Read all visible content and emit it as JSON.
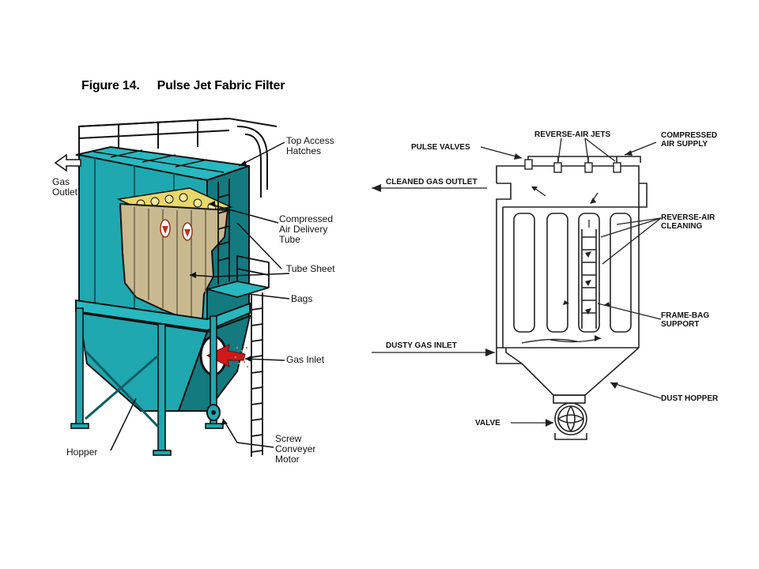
{
  "figure": {
    "number": "Figure 14.",
    "title": "Pulse Jet Fabric Filter"
  },
  "left_diagram": {
    "labels": {
      "top_access_hatches": "Top Access\nHatches",
      "gas_outlet": "Gas\nOutlet",
      "compressed_air_tube": "Compressed\nAir Delivery\nTube",
      "tube_sheet": "Tube Sheet",
      "bags": "Bags",
      "gas_inlet": "Gas Inlet",
      "hopper": "Hopper",
      "screw_conveyer_motor": "Screw\nConveyer\nMotor"
    },
    "colors": {
      "housing": "#1fa8b0",
      "housing_dark": "#137a80",
      "bags": "#c9b991",
      "inlet_arrow": "#d01818"
    }
  },
  "right_diagram": {
    "labels": {
      "pulse_valves": "PULSE VALVES",
      "reverse_air_jets": "REVERSE-AIR JETS",
      "compressed_air_supply": "COMPRESSED\nAIR SUPPLY",
      "cleaned_gas_outlet": "CLEANED GAS OUTLET",
      "reverse_air_cleaning": "REVERSE-AIR\nCLEANING",
      "frame_bag_support": "FRAME-BAG\nSUPPORT",
      "dusty_gas_inlet": "DUSTY GAS INLET",
      "dust_hopper": "DUST HOPPER",
      "valve": "VALVE"
    }
  }
}
